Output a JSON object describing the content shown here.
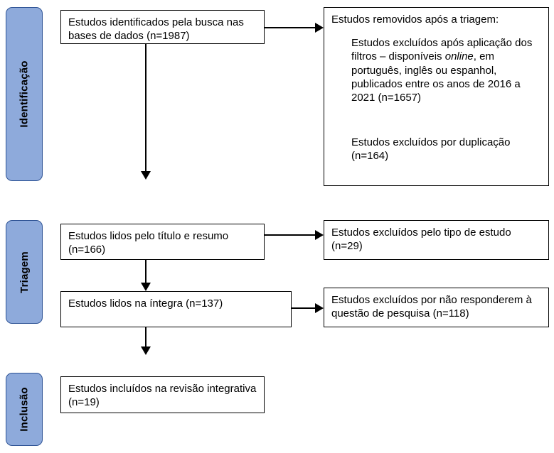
{
  "stages": {
    "identification": "Identificação",
    "screening": "Triagem",
    "inclusion": "Inclusão"
  },
  "boxes": {
    "identified": "Estudos identificados pela busca nas bases de dados (n=1987)",
    "removed_heading": "Estudos removidos após a triagem:",
    "removed_filters_pre": "Estudos excluídos após aplicação dos filtros – disponíveis ",
    "removed_filters_italic": "online",
    "removed_filters_post": ", em português, inglês ou espanhol, publicados entre os anos de 2016 a 2021 (n=1657)",
    "removed_duplicates": "Estudos excluídos por duplicação (n=164)",
    "screened_title_abstract": "Estudos lidos pelo título e resumo (n=166)",
    "excluded_study_type": "Estudos excluídos pelo tipo de estudo (n=29)",
    "read_full_text": "Estudos lidos na íntegra (n=137)",
    "excluded_research_question": "Estudos excluídos por não responderem à questão de pesquisa (n=118)",
    "included": "Estudos incluídos na revisão integrativa (n=19)"
  },
  "colors": {
    "stage_fill": "#8EAADB",
    "stage_border": "#2E5395",
    "box_border": "#000000",
    "arrow": "#000000"
  }
}
